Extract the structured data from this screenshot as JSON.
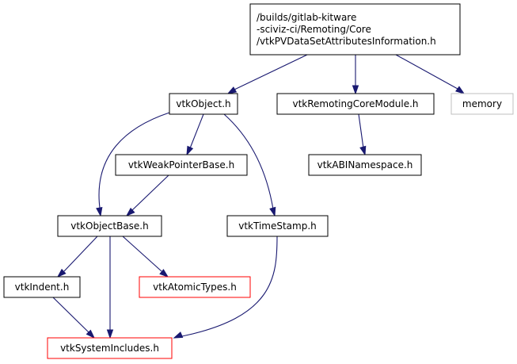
{
  "diagram": {
    "colors": {
      "edge": "#191970",
      "root_fill": "#bfbfbf",
      "default_border": "#000000",
      "missing_border": "#ff0000",
      "external_border": "#bfbfbf"
    },
    "nodes": [
      {
        "id": "root",
        "lines": [
          "/builds/gitlab-kitware",
          "-sciviz-ci/Remoting/Core",
          "/vtkPVDataSetAttributesInformation.h"
        ],
        "kind": "root"
      },
      {
        "id": "vtkObject",
        "lines": [
          "vtkObject.h"
        ],
        "kind": "default"
      },
      {
        "id": "vtkRemotingCoreModule",
        "lines": [
          "vtkRemotingCoreModule.h"
        ],
        "kind": "default"
      },
      {
        "id": "memory",
        "lines": [
          "memory"
        ],
        "kind": "external"
      },
      {
        "id": "vtkWeakPointerBase",
        "lines": [
          "vtkWeakPointerBase.h"
        ],
        "kind": "default"
      },
      {
        "id": "vtkABINamespace",
        "lines": [
          "vtkABINamespace.h"
        ],
        "kind": "default"
      },
      {
        "id": "vtkObjectBase",
        "lines": [
          "vtkObjectBase.h"
        ],
        "kind": "default"
      },
      {
        "id": "vtkTimeStamp",
        "lines": [
          "vtkTimeStamp.h"
        ],
        "kind": "default"
      },
      {
        "id": "vtkIndent",
        "lines": [
          "vtkIndent.h"
        ],
        "kind": "default"
      },
      {
        "id": "vtkAtomicTypes",
        "lines": [
          "vtkAtomicTypes.h"
        ],
        "kind": "missing"
      },
      {
        "id": "vtkSystemIncludes",
        "lines": [
          "vtkSystemIncludes.h"
        ],
        "kind": "missing"
      }
    ],
    "edges": [
      {
        "from": "root",
        "to": "vtkObject"
      },
      {
        "from": "root",
        "to": "vtkRemotingCoreModule"
      },
      {
        "from": "root",
        "to": "memory"
      },
      {
        "from": "vtkObject",
        "to": "vtkWeakPointerBase"
      },
      {
        "from": "vtkObject",
        "to": "vtkObjectBase"
      },
      {
        "from": "vtkObject",
        "to": "vtkTimeStamp"
      },
      {
        "from": "vtkRemotingCoreModule",
        "to": "vtkABINamespace"
      },
      {
        "from": "vtkWeakPointerBase",
        "to": "vtkObjectBase"
      },
      {
        "from": "vtkObjectBase",
        "to": "vtkIndent"
      },
      {
        "from": "vtkObjectBase",
        "to": "vtkAtomicTypes"
      },
      {
        "from": "vtkObjectBase",
        "to": "vtkSystemIncludes"
      },
      {
        "from": "vtkTimeStamp",
        "to": "vtkSystemIncludes"
      },
      {
        "from": "vtkIndent",
        "to": "vtkSystemIncludes"
      }
    ]
  }
}
